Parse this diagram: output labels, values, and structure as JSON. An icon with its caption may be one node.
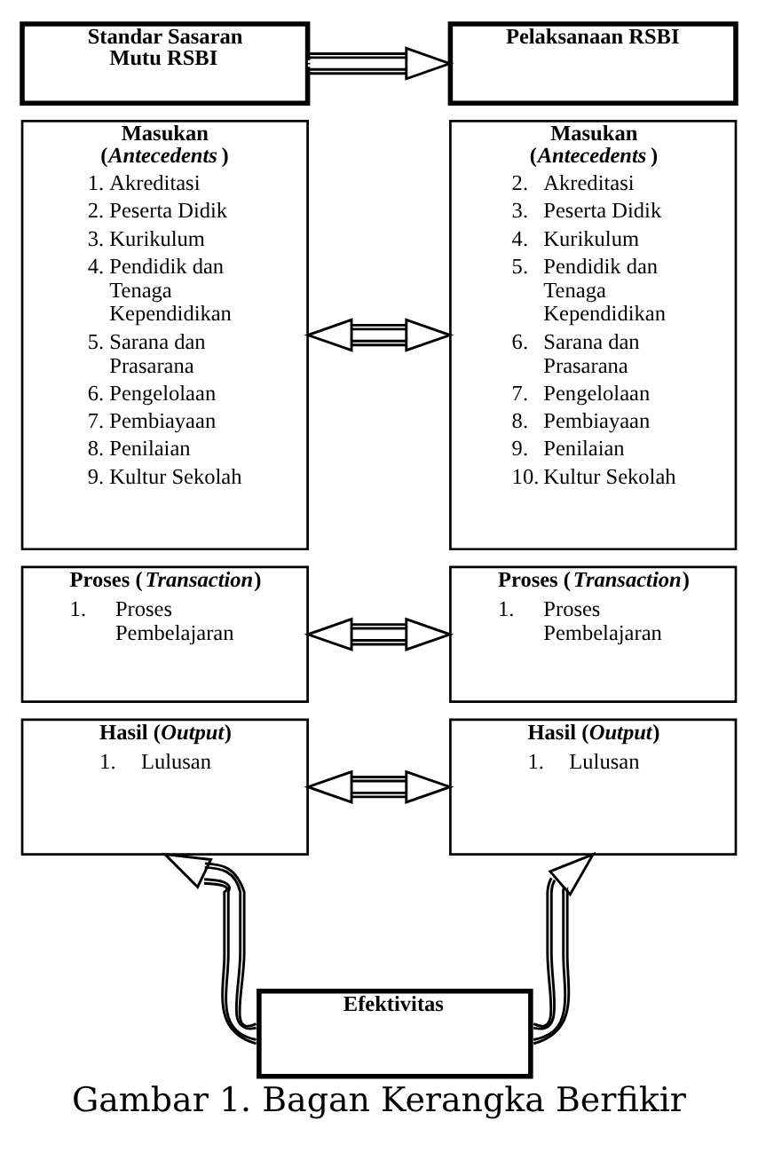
{
  "diagram": {
    "caption": "Gambar 1. Bagan Kerangka Berfikir",
    "nodes": [
      {
        "text": [
          "Standar Sasaran Mutu RSBI"
        ]
      },
      {
        "text": [
          "Pelaksanaan RSBI"
        ]
      },
      {
        "text": [
          "Masukan (*Antecedents*)",
          "1. Akreditasi",
          "2. Peserta Didik",
          "3. Kurikulum",
          "4. Pendidik dan Tenaga Kependidikan",
          "5. Sarana dan Prasarana",
          "6. Pengelolaan",
          "7. Pembiayaan",
          "8. Penilaian",
          "9. Kultur Sekolah"
        ]
      },
      {
        "text": [
          "Proses (*Transaction*)",
          "1. Proses Pembelajaran"
        ]
      },
      {
        "text": [
          "Hasil (*Output*)",
          "1. Lulusan"
        ]
      },
      {
        "text": [
          "Masukan (*Antecedents*)",
          "2. Akreditasi",
          "3. Peserta Didik",
          "4. Kurikulum",
          "5. Pendidik dan Tenaga Kependidikan",
          "6. Sarana dan Prasarana",
          "7. Pengelolaan",
          "8. Pembiayaan",
          "9. Penilaian",
          "10. Kultur Sekolah"
        ]
      },
      {
        "text": [
          "Proses (*Transaction*)",
          "1. Proses Pembelajaran"
        ]
      },
      {
        "text": [
          "Hasil (*Output*)",
          "1. Lulusan"
        ]
      },
      {
        "text": [
          "Efektivitas"
        ]
      }
    ],
    "edges": [
      {
        "from": 0,
        "to": 1,
        "arrow": "to"
      },
      {
        "from": 2,
        "to": 5,
        "arrow": "both"
      },
      {
        "from": 3,
        "to": 6,
        "arrow": "both"
      },
      {
        "from": 4,
        "to": 7,
        "arrow": "both"
      },
      {
        "from": 8,
        "to": 4,
        "arrow": "to"
      },
      {
        "from": 8,
        "to": 7,
        "arrow": "to"
      }
    ]
  }
}
